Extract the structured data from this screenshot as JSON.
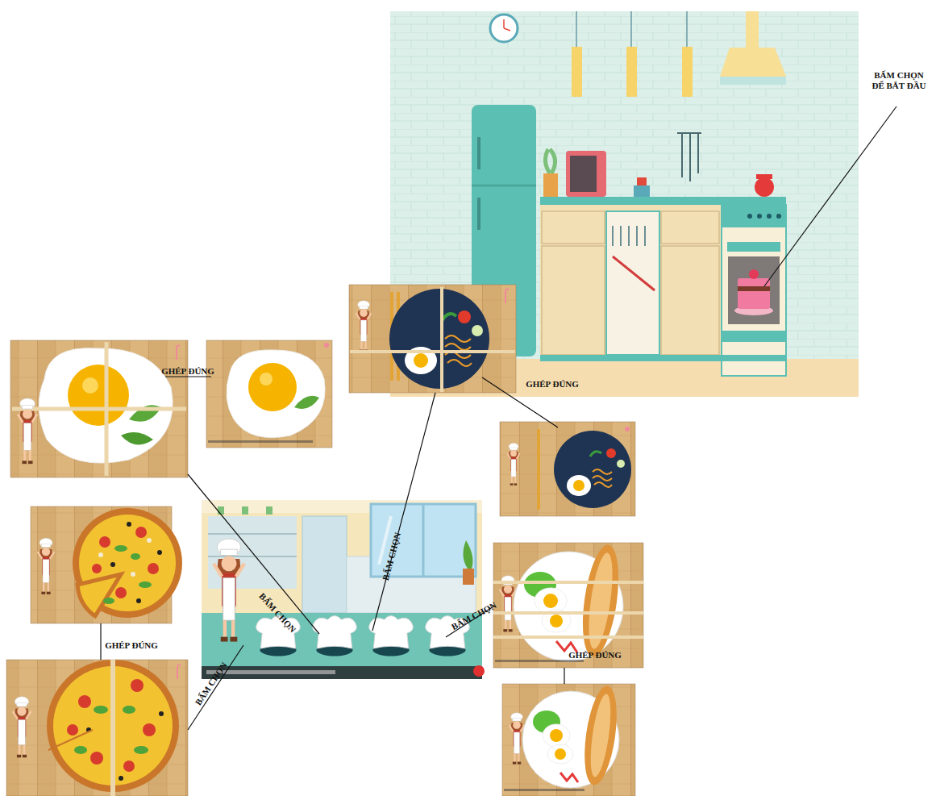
{
  "diagram": {
    "labels": [
      "BẤM CHỌN ĐỂ BẮT ĐẦU",
      "GHÉP ĐÚNG",
      "GHÉP ĐÚNG",
      "BẤM CHỌN",
      "BẤM CHỌN",
      "BẤM CHỌN",
      "GHÉP ĐÚNG",
      "GHÉP ĐÚNG",
      "BẤM CHỌN"
    ]
  }
}
